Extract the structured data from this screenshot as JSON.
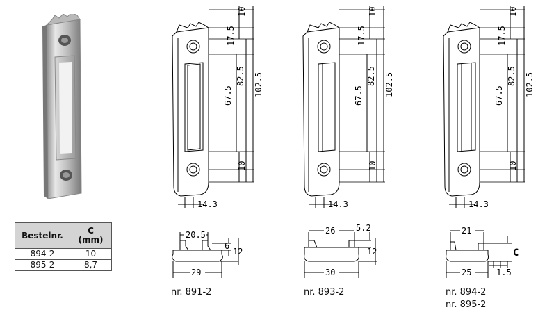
{
  "table": {
    "headers": [
      "Bestelnr.",
      "C\n(mm)"
    ],
    "rows": [
      [
        "894-2",
        "10"
      ],
      [
        "895-2",
        "8,7"
      ]
    ]
  },
  "drawings": [
    {
      "id": "891-2",
      "dims": {
        "top": "10",
        "hole": "17.5",
        "inner": "67.5",
        "mid": "82.5",
        "total": "102.5",
        "bottom": "10",
        "width": "14.3"
      }
    },
    {
      "id": "893-2",
      "dims": {
        "top": "10",
        "hole": "17.5",
        "inner": "67.5",
        "mid": "82.5",
        "total": "102.5",
        "bottom": "10",
        "width": "14.3"
      }
    },
    {
      "id": "894-2",
      "dims": {
        "top": "10",
        "hole": "17.5",
        "inner": "67.5",
        "mid": "82.5",
        "total": "102.5",
        "bottom": "10",
        "width": "14.3"
      }
    }
  ],
  "sections": [
    {
      "top_width": "20.5",
      "height_a": "6",
      "height_b": "12",
      "bottom_width": "29"
    },
    {
      "top_width": "26",
      "height_a": "5.2",
      "height_b": "12",
      "bottom_width": "30"
    },
    {
      "top_width": "21",
      "height_a": "C",
      "bottom_width": "25",
      "small": "1.5"
    }
  ],
  "captions": [
    "nr. 891-2",
    "nr. 893-2",
    "nr. 894-2",
    "nr. 895-2"
  ]
}
